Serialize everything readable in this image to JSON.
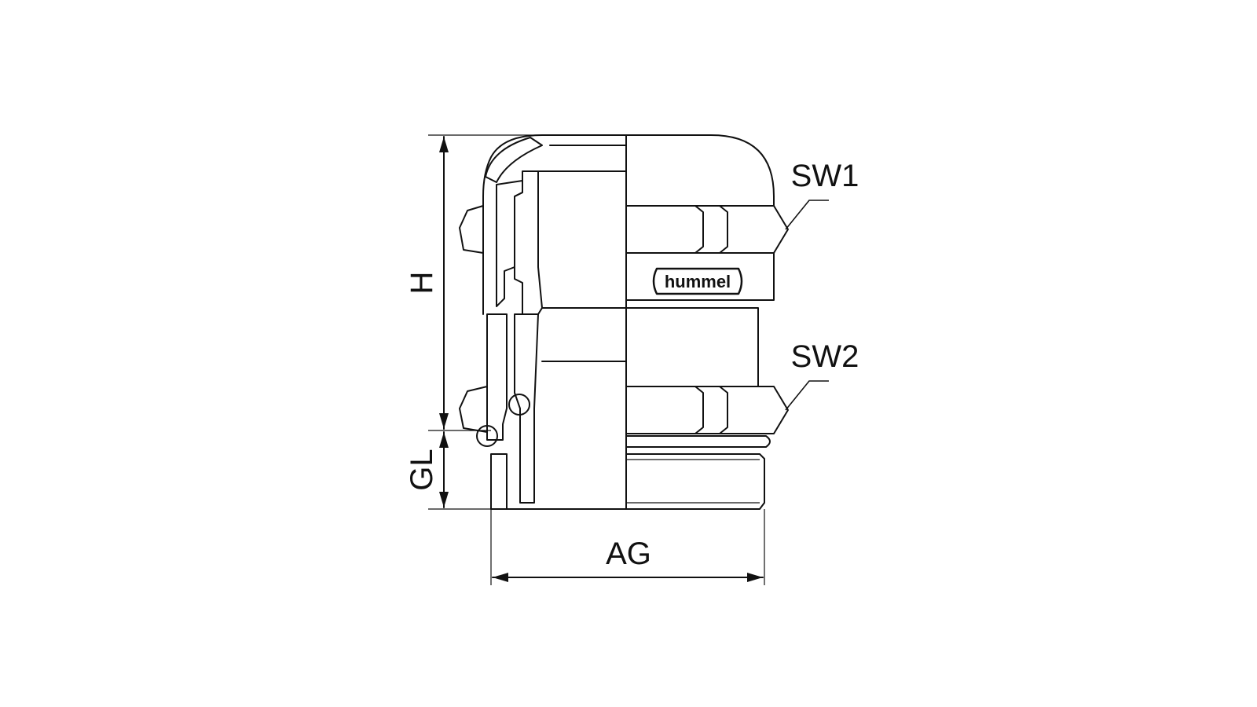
{
  "drawing": {
    "labels": {
      "h": "H",
      "gl": "GL",
      "ag": "AG",
      "sw1": "SW1",
      "sw2": "SW2"
    },
    "logo_text": "hummel",
    "line_color": "#111111",
    "background": "#ffffff"
  }
}
